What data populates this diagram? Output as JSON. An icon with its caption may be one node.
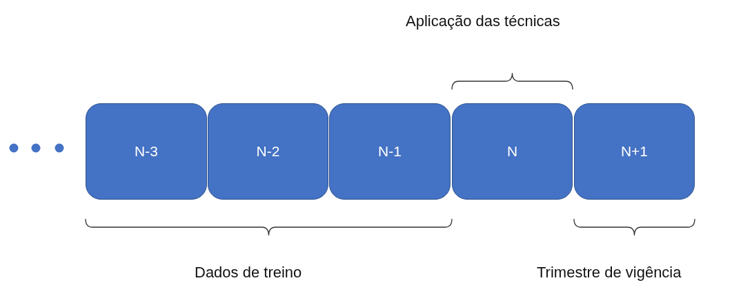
{
  "diagram": {
    "nodes": [
      {
        "text": [
          "N-3"
        ]
      },
      {
        "text": [
          "N-2"
        ]
      },
      {
        "text": [
          "N-1"
        ]
      },
      {
        "text": [
          "N"
        ]
      },
      {
        "text": [
          "N+1"
        ]
      }
    ],
    "labels": [
      "Aplicação das técnicas",
      "Dados de treino",
      "Trimestre de vigência"
    ]
  }
}
